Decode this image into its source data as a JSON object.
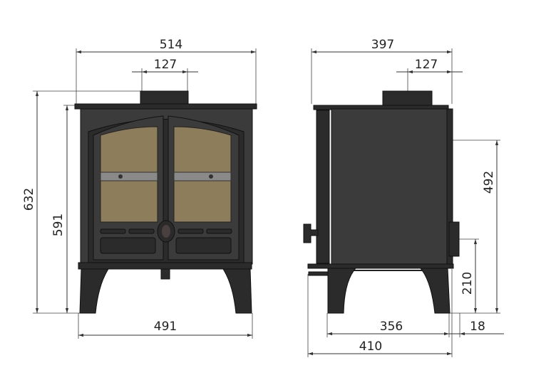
{
  "front_view": {
    "overall_width": "514",
    "flue_diameter": "127",
    "overall_height": "632",
    "body_height": "591",
    "leg_span": "491"
  },
  "side_view": {
    "overall_depth": "397",
    "flue_offset": "127",
    "rear_outlet_height": "492",
    "lower_outlet_height": "210",
    "leg_depth": "356",
    "rear_offset": "18",
    "total_depth": "410"
  },
  "colors": {
    "body": "#3b3b3b",
    "glass": "#8e7d5a",
    "dimension_lines": "#333333"
  }
}
